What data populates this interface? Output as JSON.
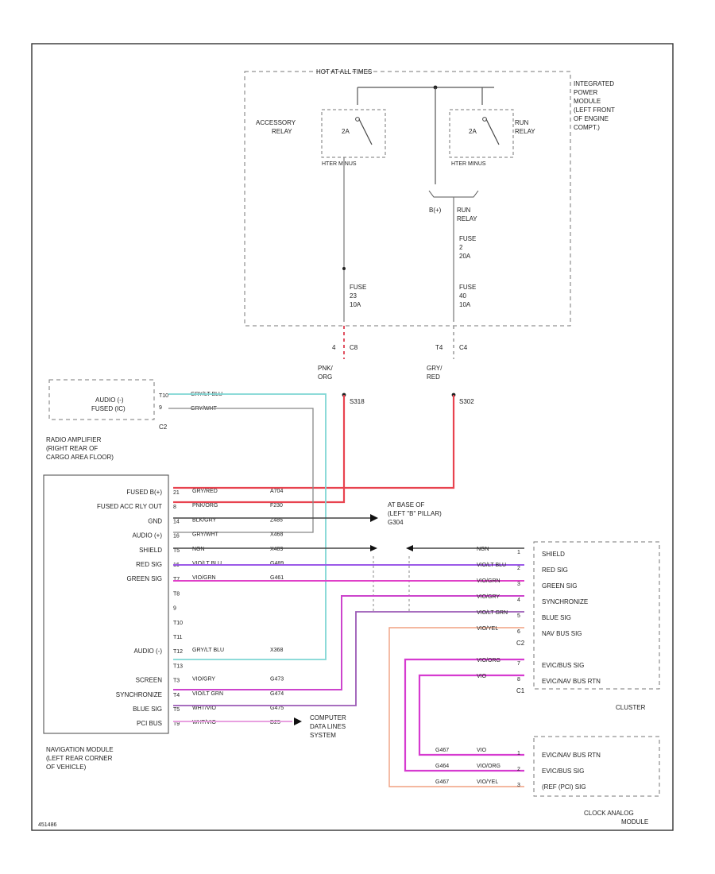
{
  "power_box": {
    "hot_label": "HOT AT ALL TIMES",
    "module_lines": [
      "INTEGRATED",
      "POWER",
      "MODULE",
      "(LEFT FRONT",
      "OF ENGINE",
      "COMPT.)"
    ],
    "acc_relay_lines": [
      "ACCESSORY",
      "RELAY"
    ],
    "run_relay_lines": [
      "RUN",
      "RELAY"
    ],
    "relay_code": "2A",
    "relay_mode": "HTER MINUS",
    "bplus_label": "B(+)",
    "run_relay_out": [
      "RUN",
      "RELAY"
    ],
    "fuse_left": [
      "FUSE",
      "23",
      "10A"
    ],
    "fuse_right_top": [
      "FUSE",
      "2",
      "20A"
    ],
    "fuse_right_bot": [
      "FUSE",
      "40",
      "10A"
    ]
  },
  "connectors": {
    "c8_pin": "4",
    "c8": "C8",
    "c4_pin": "T4",
    "c4": "C4",
    "wire_left": [
      "PNK/",
      "ORG"
    ],
    "wire_right": [
      "GRY/",
      "RED"
    ],
    "splice_left": "S318",
    "splice_right": "S302"
  },
  "fused_box": {
    "lines": [
      "AUDIO (-)",
      "FUSED (IC)"
    ],
    "c2": "C2",
    "pin1": "T10",
    "pin2": "9",
    "wire1": "GRY/LT BLU",
    "wire2": "GRY/WHT"
  },
  "amp": {
    "caption": [
      "RADIO AMPLIFIER",
      "(RIGHT REAR OF",
      "CARGO AREA FLOOR)"
    ]
  },
  "nav": {
    "labels": [
      "FUSED B(+)",
      "FUSED ACC RLY OUT",
      "GND",
      "AUDIO (+)",
      "SHIELD",
      "RED SIG",
      "GREEN SIG",
      "",
      "",
      "",
      "",
      "AUDIO (-)",
      "",
      "SCREEN",
      "SYNCHRONIZE",
      "BLUE SIG",
      "PCI BUS"
    ],
    "pins": [
      "21",
      "8",
      "14",
      "16",
      "T5",
      "16",
      "T7",
      "T8",
      "9",
      "T10",
      "T11",
      "T12",
      "T13",
      "T3",
      "T4",
      "T5",
      "T9"
    ],
    "colors": [
      "GRY/RED",
      "PNK/ORG",
      "BLK/GRY",
      "GRY/WHT",
      "NGN",
      "VIO/LT BLU",
      "VIO/GRN",
      "",
      "",
      "",
      "",
      "GRY/LT BLU",
      "",
      "VIO/GRY",
      "VIO/LT GRN",
      "WHT/VIO",
      "WHT/VIO"
    ],
    "codes": [
      "A704",
      "F230",
      "Z485",
      "X468",
      "X489",
      "G489",
      "G461",
      "",
      "",
      "",
      "",
      "X368",
      "",
      "G473",
      "G474",
      "G475",
      "D25"
    ],
    "caption": [
      "NAVIGATION MODULE",
      "(LEFT REAR CORNER",
      "OF VEHICLE)"
    ]
  },
  "ground": {
    "lines": [
      "AT BASE OF",
      "(LEFT \"B\" PILLAR)",
      "G304"
    ]
  },
  "computer": {
    "lines": [
      "COMPUTER",
      "DATA LINES",
      "SYSTEM"
    ]
  },
  "cluster": {
    "labels": [
      "SHIELD",
      "RED SIG",
      "GREEN SIG",
      "SYNCHRONIZE",
      "BLUE SIG",
      "NAV BUS SIG",
      "",
      "EVIC/BUS SIG",
      "EVIC/NAV BUS RTN"
    ],
    "pins": [
      "1",
      "2",
      "3",
      "4",
      "5",
      "6",
      "",
      "7",
      "8"
    ],
    "wires": [
      "NGN",
      "VIO/LT BLU",
      "VIO/GRN",
      "VIO/GRY",
      "VIO/LT GRN",
      "VIO/YEL",
      "",
      "VIO/ORG",
      "VIO"
    ],
    "c2": "C2",
    "c1": "C1",
    "title": "CLUSTER"
  },
  "clock": {
    "labels": [
      "EVIC/NAV BUS RTN",
      "EVIC/BUS SIG",
      "(REF (PCI) SIG"
    ],
    "pins": [
      "1",
      "2",
      "3"
    ],
    "wires": [
      "VIO",
      "VIO/ORG",
      "VIO/YEL"
    ],
    "codes": [
      "G467",
      "G464",
      "G467"
    ],
    "title": [
      "CLOCK ANALOG",
      "MODULE"
    ]
  },
  "footer": {
    "ref": "451486"
  }
}
